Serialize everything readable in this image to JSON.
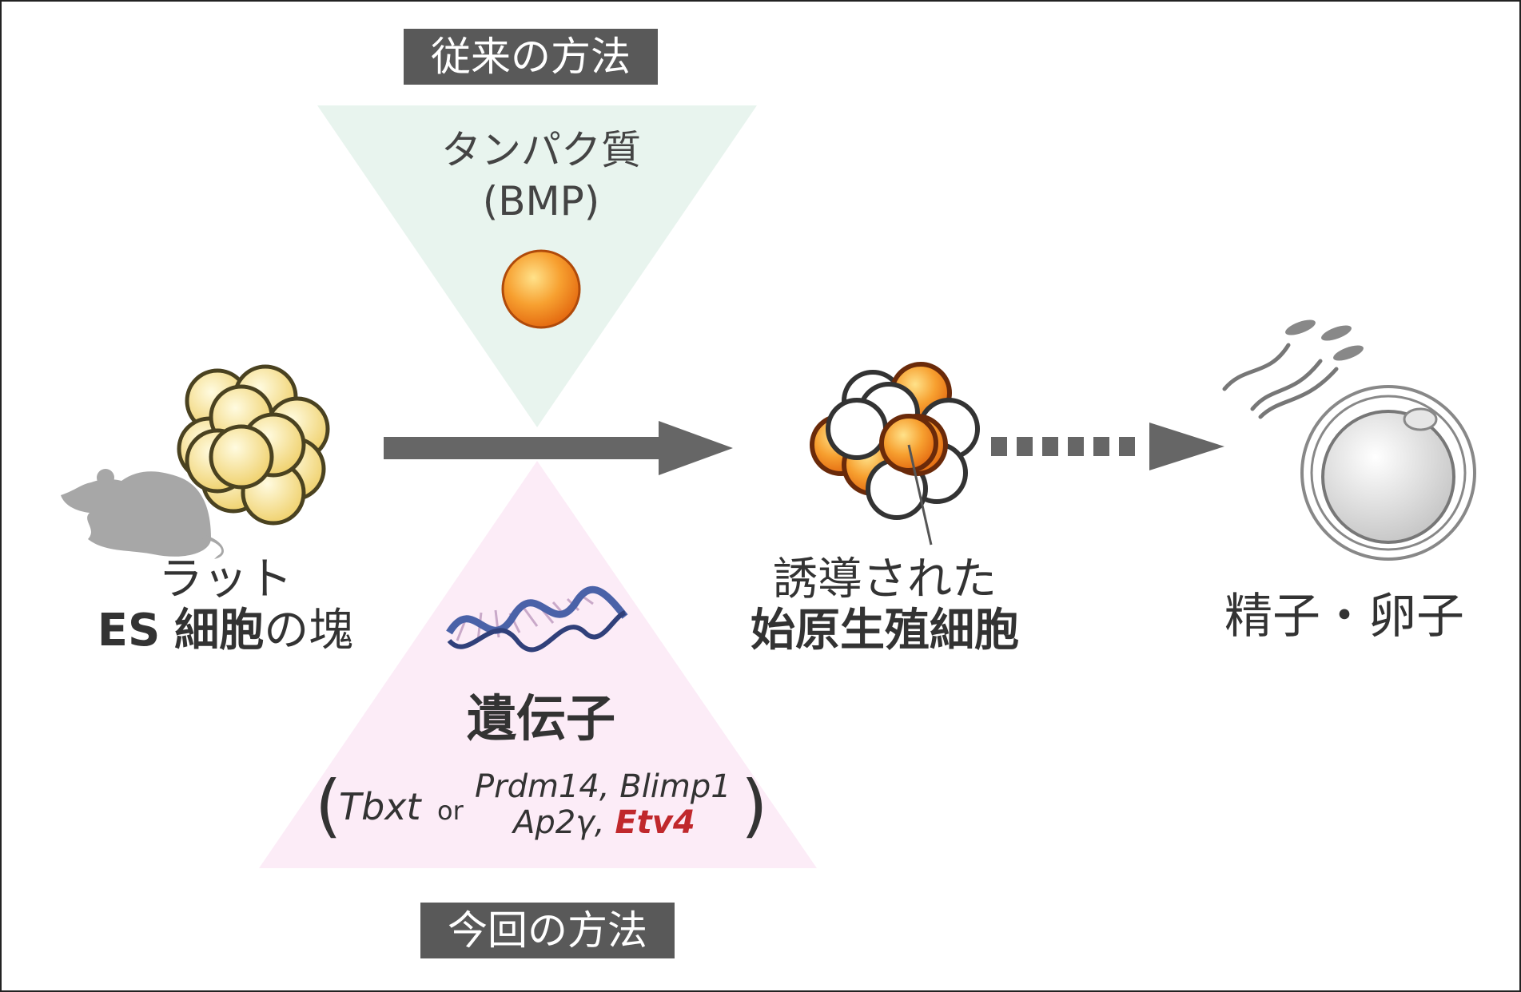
{
  "colors": {
    "arrow": "#666666",
    "green_triangle": "#e8f4ee",
    "pink_triangle": "#fcecf7",
    "badge_bg": "#595959",
    "etv4": "#c0282c",
    "es_cells": "#f3da7a",
    "pgc_orange": "#f28a2c"
  },
  "badges": {
    "conventional": "従来の方法",
    "current": "今回の方法"
  },
  "protein": {
    "line1": "タンパク質",
    "line2": "(BMP)"
  },
  "rat": {
    "line1": "ラット",
    "es": "ES",
    "cells": "細胞",
    "rest": "の塊"
  },
  "gene": {
    "title": "遺伝子",
    "open_paren": "(",
    "close_paren": ")",
    "tbxt": "Tbxt",
    "or": "or",
    "prdm14_blimp1": "Prdm14, Blimp1",
    "ap2y": "Ap2γ,",
    "etv4": "Etv4"
  },
  "pgc": {
    "line1": "誘導された",
    "line2": "始原生殖細胞"
  },
  "gametes": {
    "label": "精子・卵子"
  },
  "icons": [
    "rat-icon",
    "es-cell-cluster-icon",
    "bmp-sphere-icon",
    "dna-helix-icon",
    "pgc-cluster-icon",
    "sperm-icon",
    "egg-cell-icon",
    "process-arrow-icon",
    "dashed-arrow-icon"
  ]
}
